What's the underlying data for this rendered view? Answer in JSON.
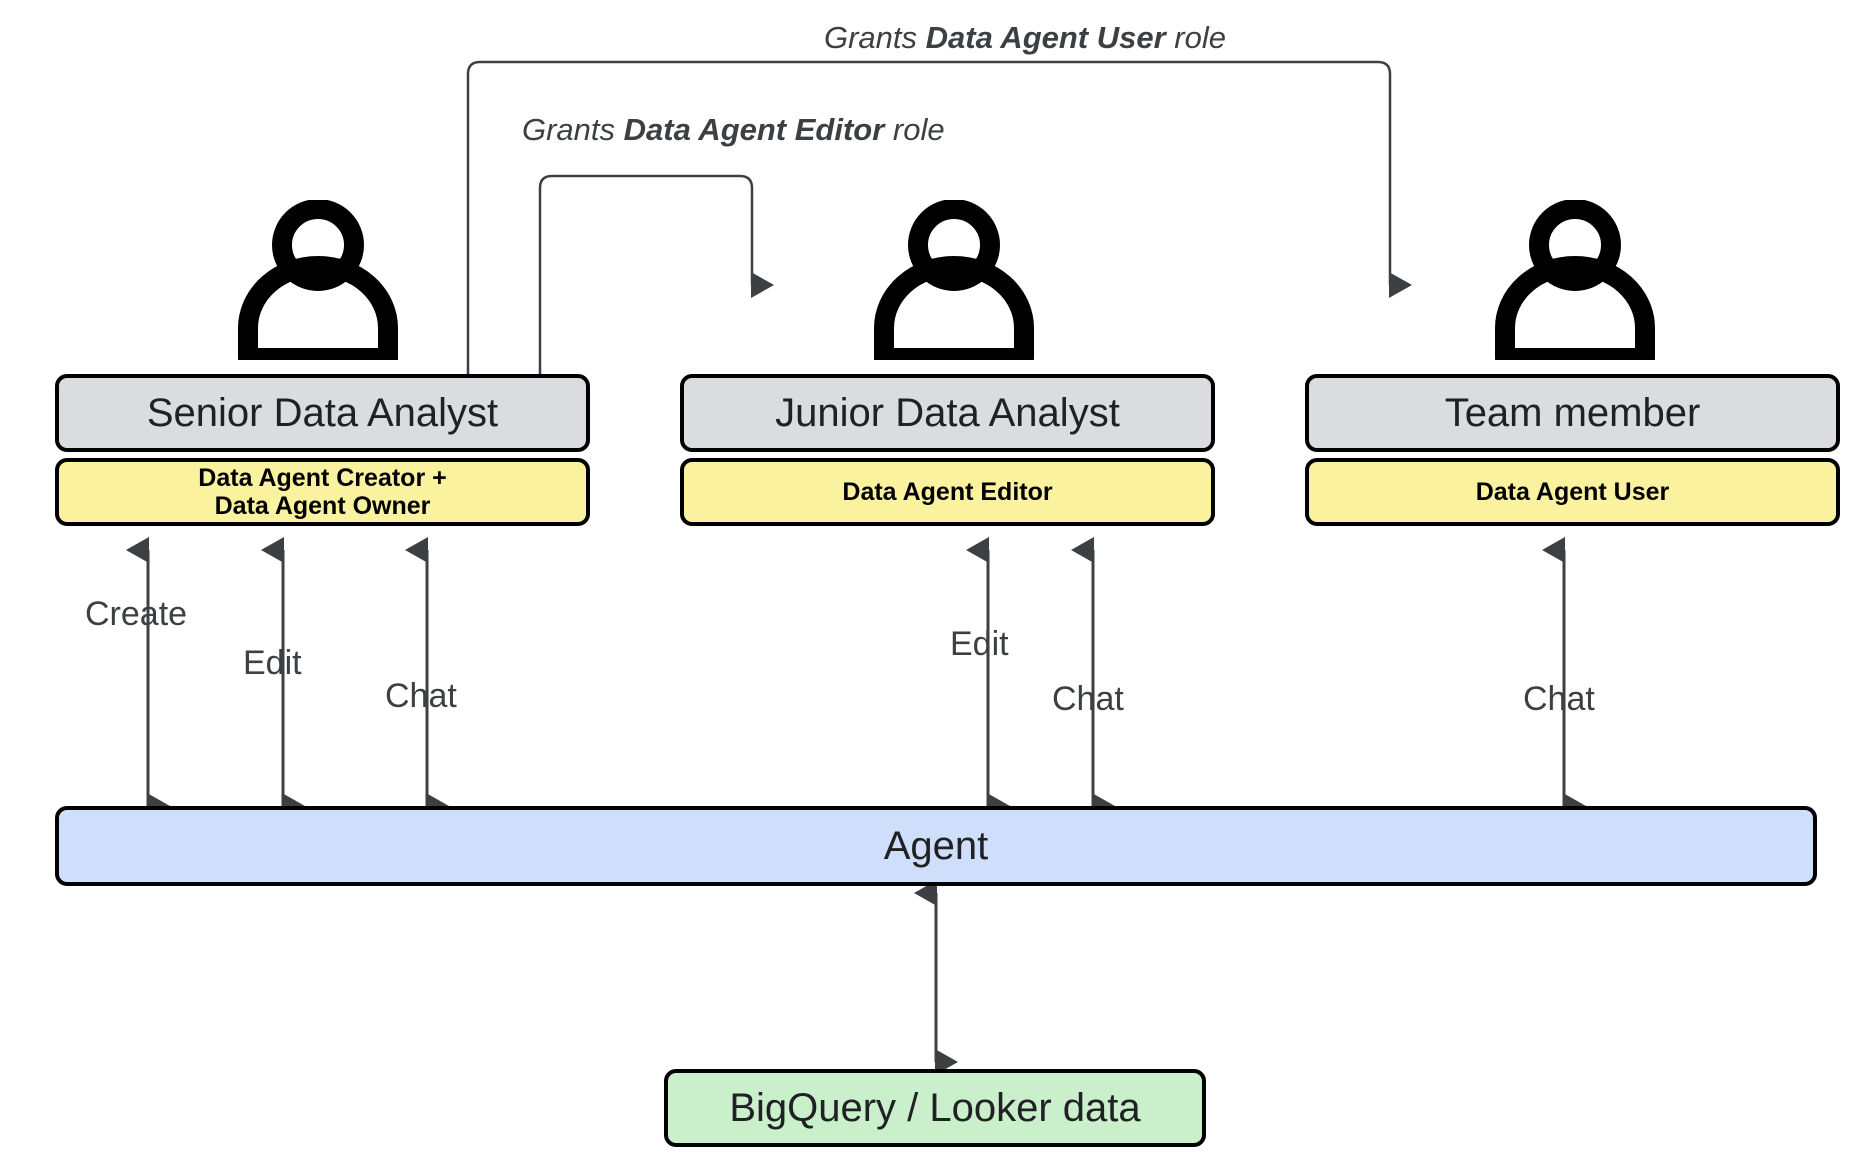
{
  "diagram": {
    "title": "Data Agent role permissions flow",
    "colors": {
      "person_gray_box": "#dadce0",
      "role_yellow_box": "#fbf2a0",
      "agent_blue_box": "#cfdefa",
      "data_green_box": "#c9efcb",
      "connector": "#3c4043",
      "border": "#000000"
    }
  },
  "grant_labels": [
    {
      "id": "grants-data-agent-user",
      "prefix": "Grants ",
      "role": "Data Agent User",
      "suffix": " role"
    },
    {
      "id": "grants-data-agent-editor",
      "prefix": "Grants ",
      "role": "Data Agent Editor",
      "suffix": " role"
    }
  ],
  "personas": [
    {
      "id": "senior-data-analyst",
      "icon": "person-icon",
      "title": "Senior Data Analyst",
      "role": "Data Agent Creator +\nData Agent Owner",
      "role_line1": "Data Agent Creator +",
      "role_line2": "Data Agent Owner",
      "actions": [
        "Create",
        "Edit",
        "Chat"
      ]
    },
    {
      "id": "junior-data-analyst",
      "icon": "person-icon",
      "title": "Junior Data Analyst",
      "role": "Data Agent Editor",
      "role_line1": "Data Agent Editor",
      "role_line2": "",
      "actions": [
        "Edit",
        "Chat"
      ]
    },
    {
      "id": "team-member",
      "icon": "person-icon",
      "title": "Team member",
      "role": "Data Agent User",
      "role_line1": "Data Agent User",
      "role_line2": "",
      "actions": [
        "Chat"
      ]
    }
  ],
  "agent": {
    "label": "Agent"
  },
  "datasource": {
    "label": "BigQuery / Looker data"
  },
  "action_labels": {
    "create": "Create",
    "edit_senior": "Edit",
    "chat_senior": "Chat",
    "edit_junior": "Edit",
    "chat_junior": "Chat",
    "chat_team": "Chat"
  }
}
